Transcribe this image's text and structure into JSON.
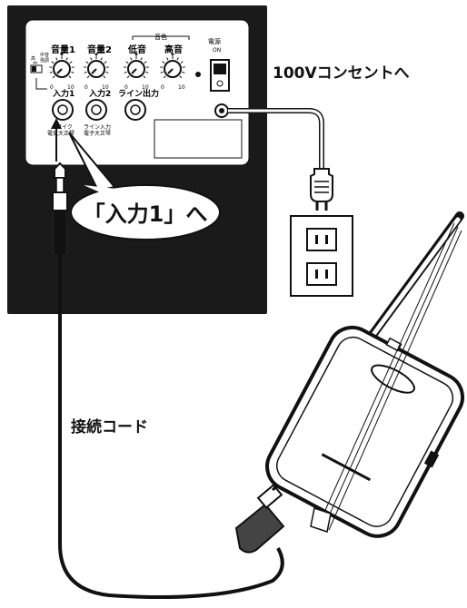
{
  "panel": {
    "volume1_label": "音量1",
    "volume2_label": "音量2",
    "tone_group_label": "音色",
    "bass_label": "低音",
    "treble_label": "高音",
    "power_label": "電源",
    "power_on_label": "ON",
    "switch_top_label": "高",
    "switch_mid_label": "中音",
    "switch_bot_label": "強調",
    "input1_label": "入力1",
    "input2_label": "入力2",
    "line_out_label": "ライン出力",
    "knob_min": "0",
    "knob_max": "10",
    "input1_sub_line1": "マイク",
    "input1_sub_line2": "電気大正琴",
    "input2_sub_line1": "ライン入力",
    "input2_sub_line2": "電子大正琴"
  },
  "callouts": {
    "outlet_text": "100Vコンセントへ",
    "input_bubble_text": "「入力1」へ",
    "cord_text": "接続コード"
  },
  "colors": {
    "ink": "#111111",
    "panel_frame": "#1a1a1a",
    "paper": "#ffffff"
  }
}
